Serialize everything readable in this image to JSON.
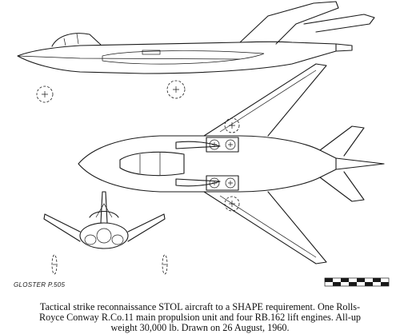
{
  "drawing": {
    "label": "GLOSTER P.505",
    "ink_color": "#1a1a1a",
    "background_color": "#ffffff"
  },
  "caption": {
    "line1": "Tactical strike reconnaissance STOL aircraft to a SHAPE requirement. One Rolls-",
    "line2": "Royce Conway R.Co.11 main propulsion unit and four RB.162 lift engines. All-up",
    "line3": "weight 30,000 lb. Drawn on 26 August, 1960."
  },
  "scale_bar": {
    "segments": 8
  }
}
